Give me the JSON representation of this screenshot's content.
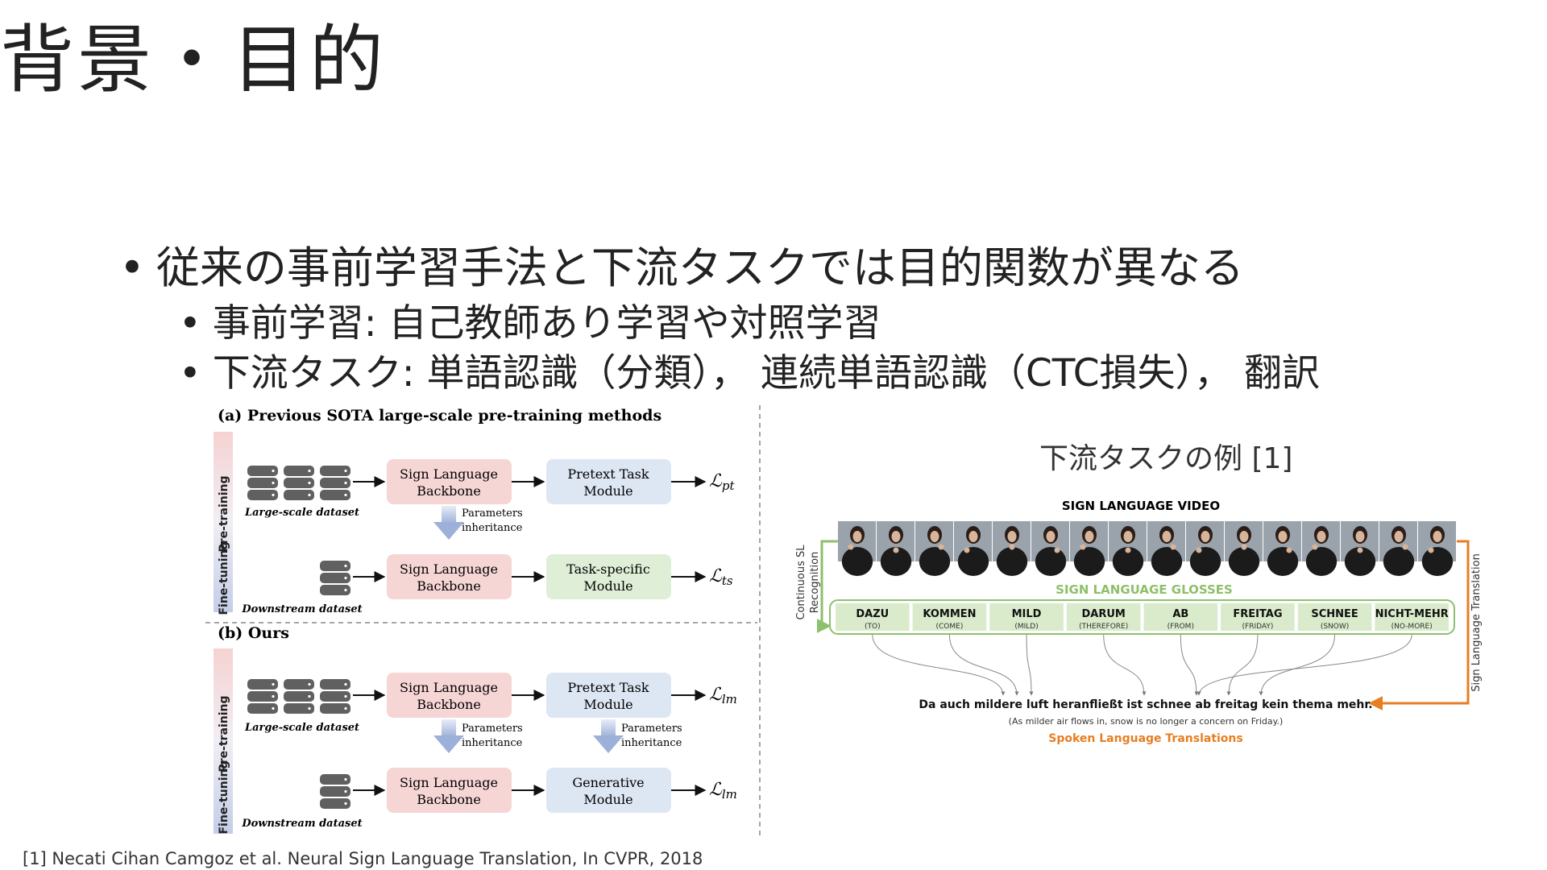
{
  "slide": {
    "title": "背景・目的",
    "bullets": [
      {
        "text": "従来の事前学習手法と下流タスクでは目的関数が異なる"
      },
      {
        "text": "事前学習: 自己教師あり学習や対照学習"
      },
      {
        "text": "下流タスク: 単語認識（分類）， 連続単語認識（CTC損失）， 翻訳"
      }
    ],
    "bullet_glyph": "•",
    "footnote": "[1] Necati Cihan Camgoz et al. Neural Sign Language Translation, In CVPR, 2018",
    "right_caption": "下流タスクの例 [1]"
  },
  "left_figure": {
    "section_a_title": "(a) Previous SOTA large-scale pre-training methods",
    "section_b_title": "(b) Ours",
    "stage_pretraining": "Pre-training",
    "stage_finetuning": "Fine-tuning",
    "large_dataset": "Large-scale dataset",
    "downstream_dataset": "Downstream dataset",
    "backbone_line1": "Sign Language",
    "backbone_line2": "Backbone",
    "pretext_line1": "Pretext Task",
    "pretext_line2": "Module",
    "taskspec_line1": "Task-specific",
    "taskspec_line2": "Module",
    "generative_line1": "Generative",
    "generative_line2": "Module",
    "param_line1": "Parameters",
    "param_line2": "inheritance",
    "loss_symbol": "ℒ",
    "loss_pt": "pt",
    "loss_ts": "ts",
    "loss_lm": "lm"
  },
  "right_figure": {
    "video_label": "SIGN LANGUAGE VIDEO",
    "frame_count": 16,
    "glosses_label": "SIGN LANGUAGE GLOSSES",
    "glosses": [
      {
        "word": "DAZU",
        "translation": "(TO)"
      },
      {
        "word": "KOMMEN",
        "translation": "(COME)"
      },
      {
        "word": "MILD",
        "translation": "(MILD)"
      },
      {
        "word": "DARUM",
        "translation": "(THEREFORE)"
      },
      {
        "word": "AB",
        "translation": "(FROM)"
      },
      {
        "word": "FREITAG",
        "translation": "(FRIDAY)"
      },
      {
        "word": "SCHNEE",
        "translation": "(SNOW)"
      },
      {
        "word": "NICHT-MEHR",
        "translation": "(NO-MORE)"
      }
    ],
    "left_side_label_1": "Continuous SL",
    "left_side_label_2": "Recognition",
    "right_side_label": "Sign Language Translation",
    "sentence": "Da auch mildere luft heranfließt ist schnee ab freitag kein thema mehr.",
    "sentence_translation": "(As milder air flows in, snow is no longer a concern on Friday.)",
    "spoken_label": "Spoken Language Translations",
    "colors": {
      "green": "#8dc06a",
      "gloss_bg": "#d9ebcb",
      "orange": "#e67e22",
      "frame_bg": "#9aa3ab"
    }
  }
}
